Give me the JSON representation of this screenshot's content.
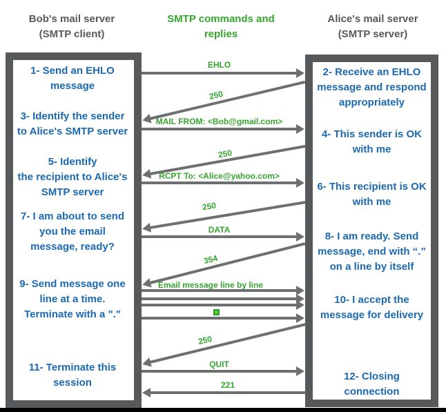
{
  "colors": {
    "step_text_blue": "#1b69b2",
    "command_green": "#35a52e",
    "header_gray": "#58595b",
    "box_border_gray": "#58595b",
    "arrow_gray": "#6e6f71",
    "dot_marker_fill": "#55ca40",
    "dot_marker_border": "#2e9b24",
    "bottom_bar_black": "#000000"
  },
  "header": {
    "left": "Bob's mail server\n(SMTP client)",
    "middle": "SMTP commands and\nreplies",
    "right": "Alice's mail server\n(SMTP server)"
  },
  "client_box": {
    "role": "SMTP client",
    "steps": [
      {
        "text": "1- Send an EHLO\nmessage"
      },
      {
        "text": "3- Identify the sender\nto Alice's SMTP server"
      },
      {
        "text": "5- Identify\nthe recipient to Alice's\nSMTP server"
      },
      {
        "text": "7- I am about to send\nyou the email\nmessage, ready?"
      },
      {
        "text": "9- Send message one\nline at a time.\nTerminate with a \".\""
      },
      {
        "text": "11- Terminate this\nsession"
      }
    ]
  },
  "server_box": {
    "role": "SMTP server",
    "steps": [
      {
        "text": "2- Receive an EHLO\nmessage and respond\nappropriately"
      },
      {
        "text": "4- This sender is OK\nwith me"
      },
      {
        "text": "6- This recipient is OK\nwith me"
      },
      {
        "text": "8-  I am ready. Send\nmessage, end with “.”\non a line by itself"
      },
      {
        "text": "10-  I accept the\nmessage for delivery"
      },
      {
        "text": "12-  Closing\nconnection"
      }
    ]
  },
  "flows": [
    {
      "label": "EHLO",
      "direction": "client-to-server"
    },
    {
      "label": "250",
      "direction": "server-to-client"
    },
    {
      "label": "MAIL FROM: <Bob@gmail.com>",
      "direction": "client-to-server"
    },
    {
      "label": "250",
      "direction": "server-to-client"
    },
    {
      "label": "RCPT To: <Alice@yahoo.com>",
      "direction": "client-to-server"
    },
    {
      "label": "250",
      "direction": "server-to-client"
    },
    {
      "label": "DATA",
      "direction": "client-to-server"
    },
    {
      "label": "354",
      "direction": "server-to-client"
    },
    {
      "label": "Email message line by line",
      "direction": "client-to-server",
      "arrow_count": 3
    },
    {
      "label": "",
      "direction": "client-to-server",
      "marker": "green-square-dot"
    },
    {
      "label": "250",
      "direction": "server-to-client"
    },
    {
      "label": "QUIT",
      "direction": "client-to-server"
    },
    {
      "label": "221",
      "direction": "server-to-client"
    }
  ]
}
